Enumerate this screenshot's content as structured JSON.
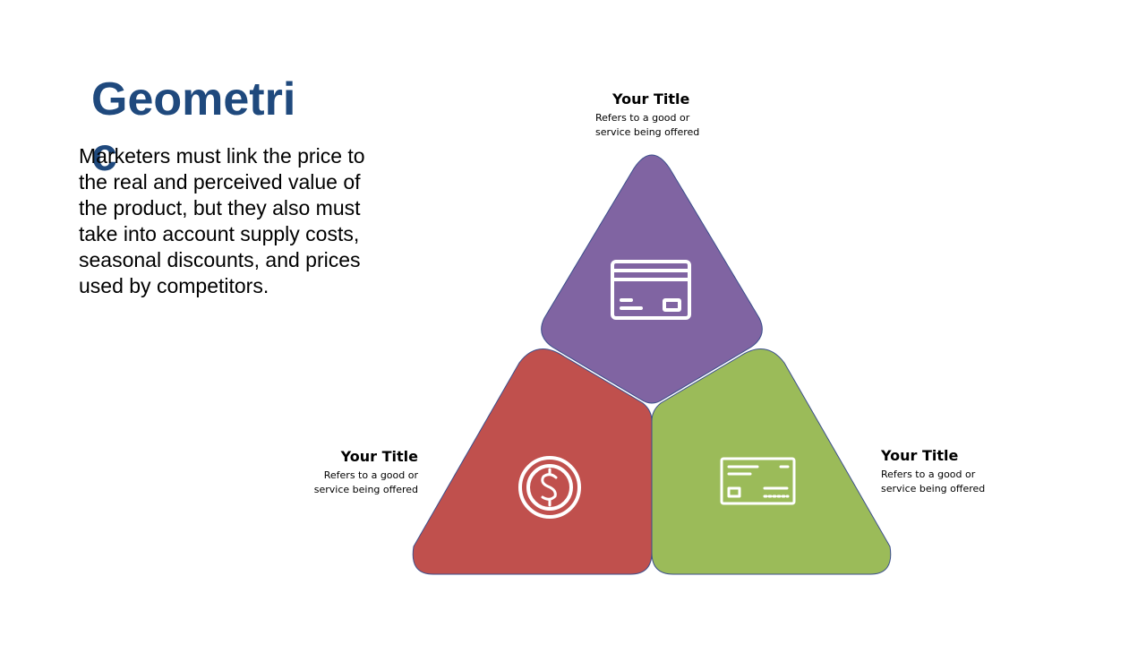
{
  "slide": {
    "title": "Geometric",
    "body": "Marketers must link the price to the real and perceived value of the product, but they also must take into account supply costs, seasonal discounts, and prices used by competitors."
  },
  "diagram": {
    "segments": [
      {
        "position": "top",
        "title": "Your Title",
        "description": "Refers to a good or service being offered",
        "color": "#8064a2",
        "icon": "credit-card-icon"
      },
      {
        "position": "left",
        "title": "Your Title",
        "description": "Refers to a good or service being offered",
        "color": "#c0504d",
        "icon": "dollar-coin-icon"
      },
      {
        "position": "right",
        "title": "Your Title",
        "description": "Refers to a good or service being offered",
        "color": "#9bbb59",
        "icon": "card-reader-icon"
      }
    ],
    "outline_color": "#3b4e8c"
  }
}
